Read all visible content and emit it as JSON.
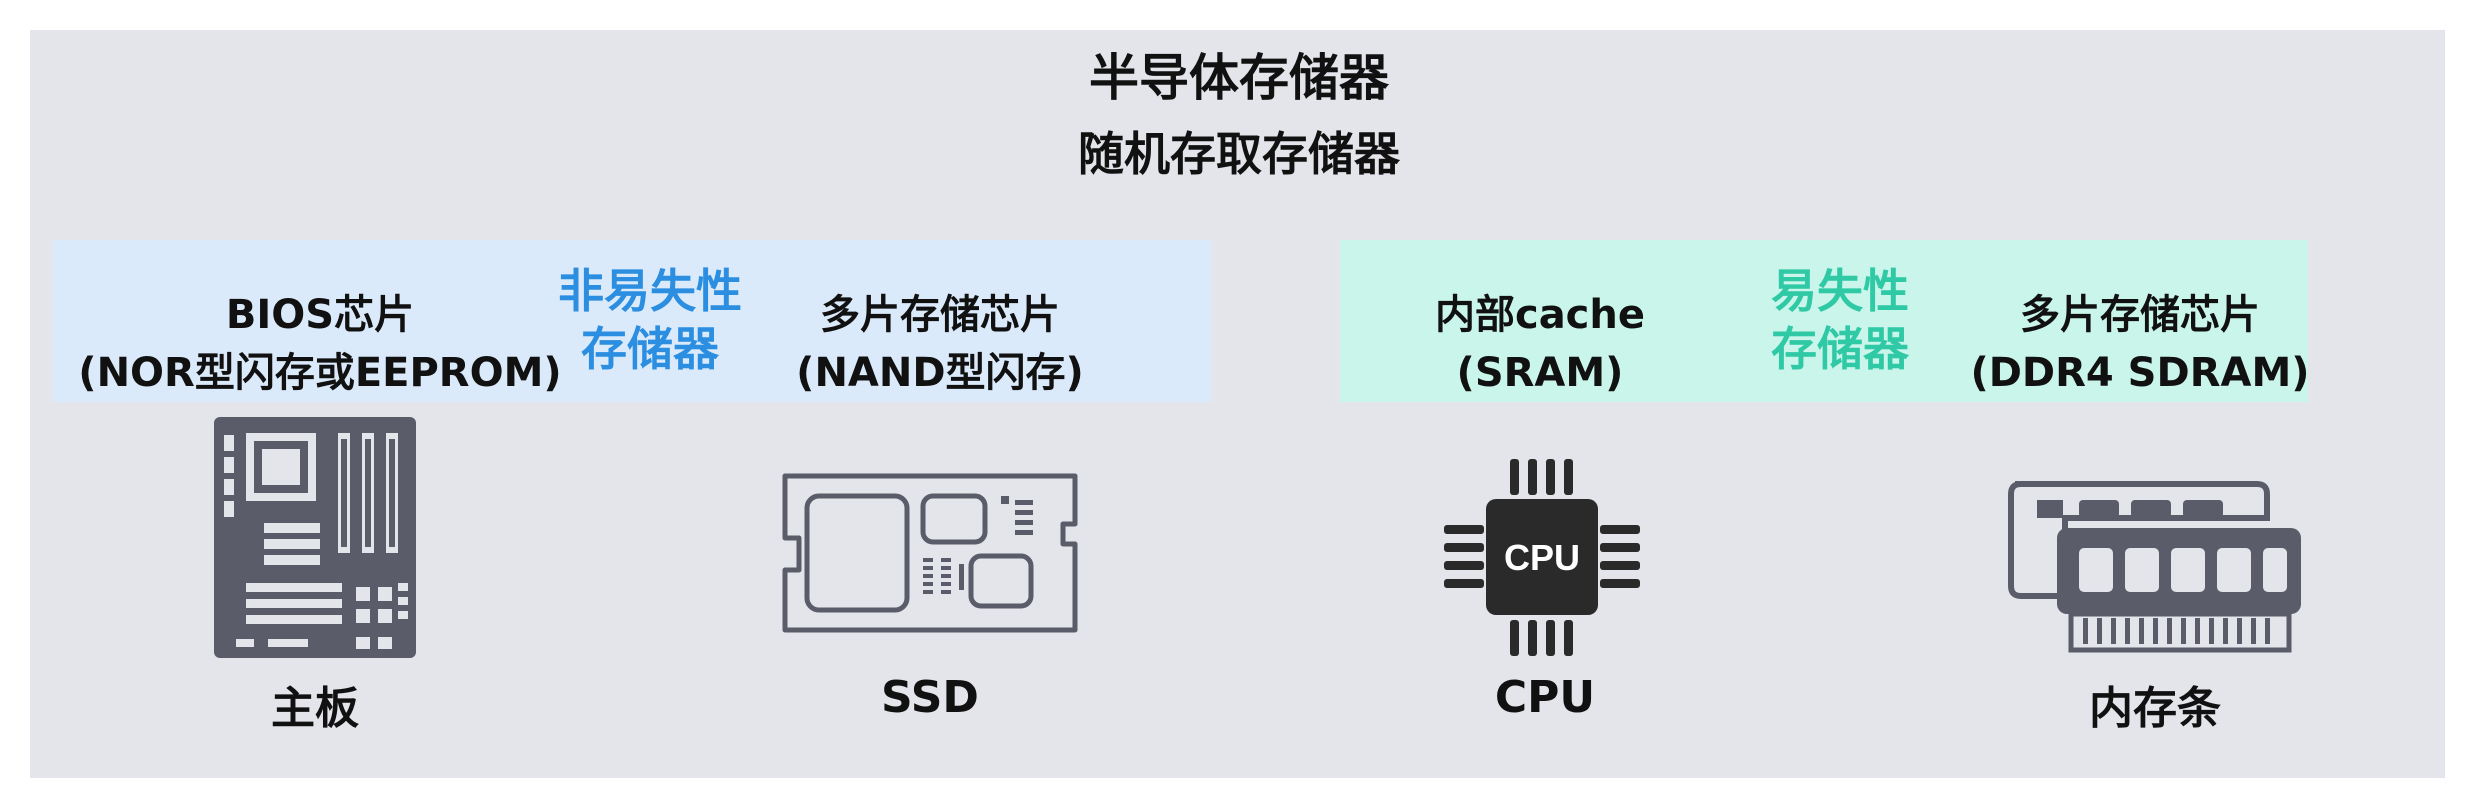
{
  "title": "半导体存储器",
  "subtitle": "随机存取存储器",
  "categories": {
    "nonvolatile": [
      "非易失性",
      "存储器"
    ],
    "volatile": [
      "易失性",
      "存储器"
    ]
  },
  "chips": {
    "bios": [
      "BIOS芯片",
      "(NOR型闪存或EEPROM)"
    ],
    "nand": [
      "多片存储芯片",
      "(NAND型闪存)"
    ],
    "cache": [
      "内部cache",
      "(SRAM)"
    ],
    "dram": [
      "多片存储芯片",
      "(DDR4 SDRAM)"
    ]
  },
  "devices": {
    "motherboard": "主板",
    "ssd": "SSD",
    "cpu": "CPU",
    "ram": "内存条",
    "cpu_chip_text": "CPU"
  },
  "colors": {
    "nonvolatile_band": "#dbeafa",
    "volatile_band": "#c9f5ea",
    "nonvolatile_text": "#2b8ee0",
    "volatile_text": "#2fc9a6"
  }
}
